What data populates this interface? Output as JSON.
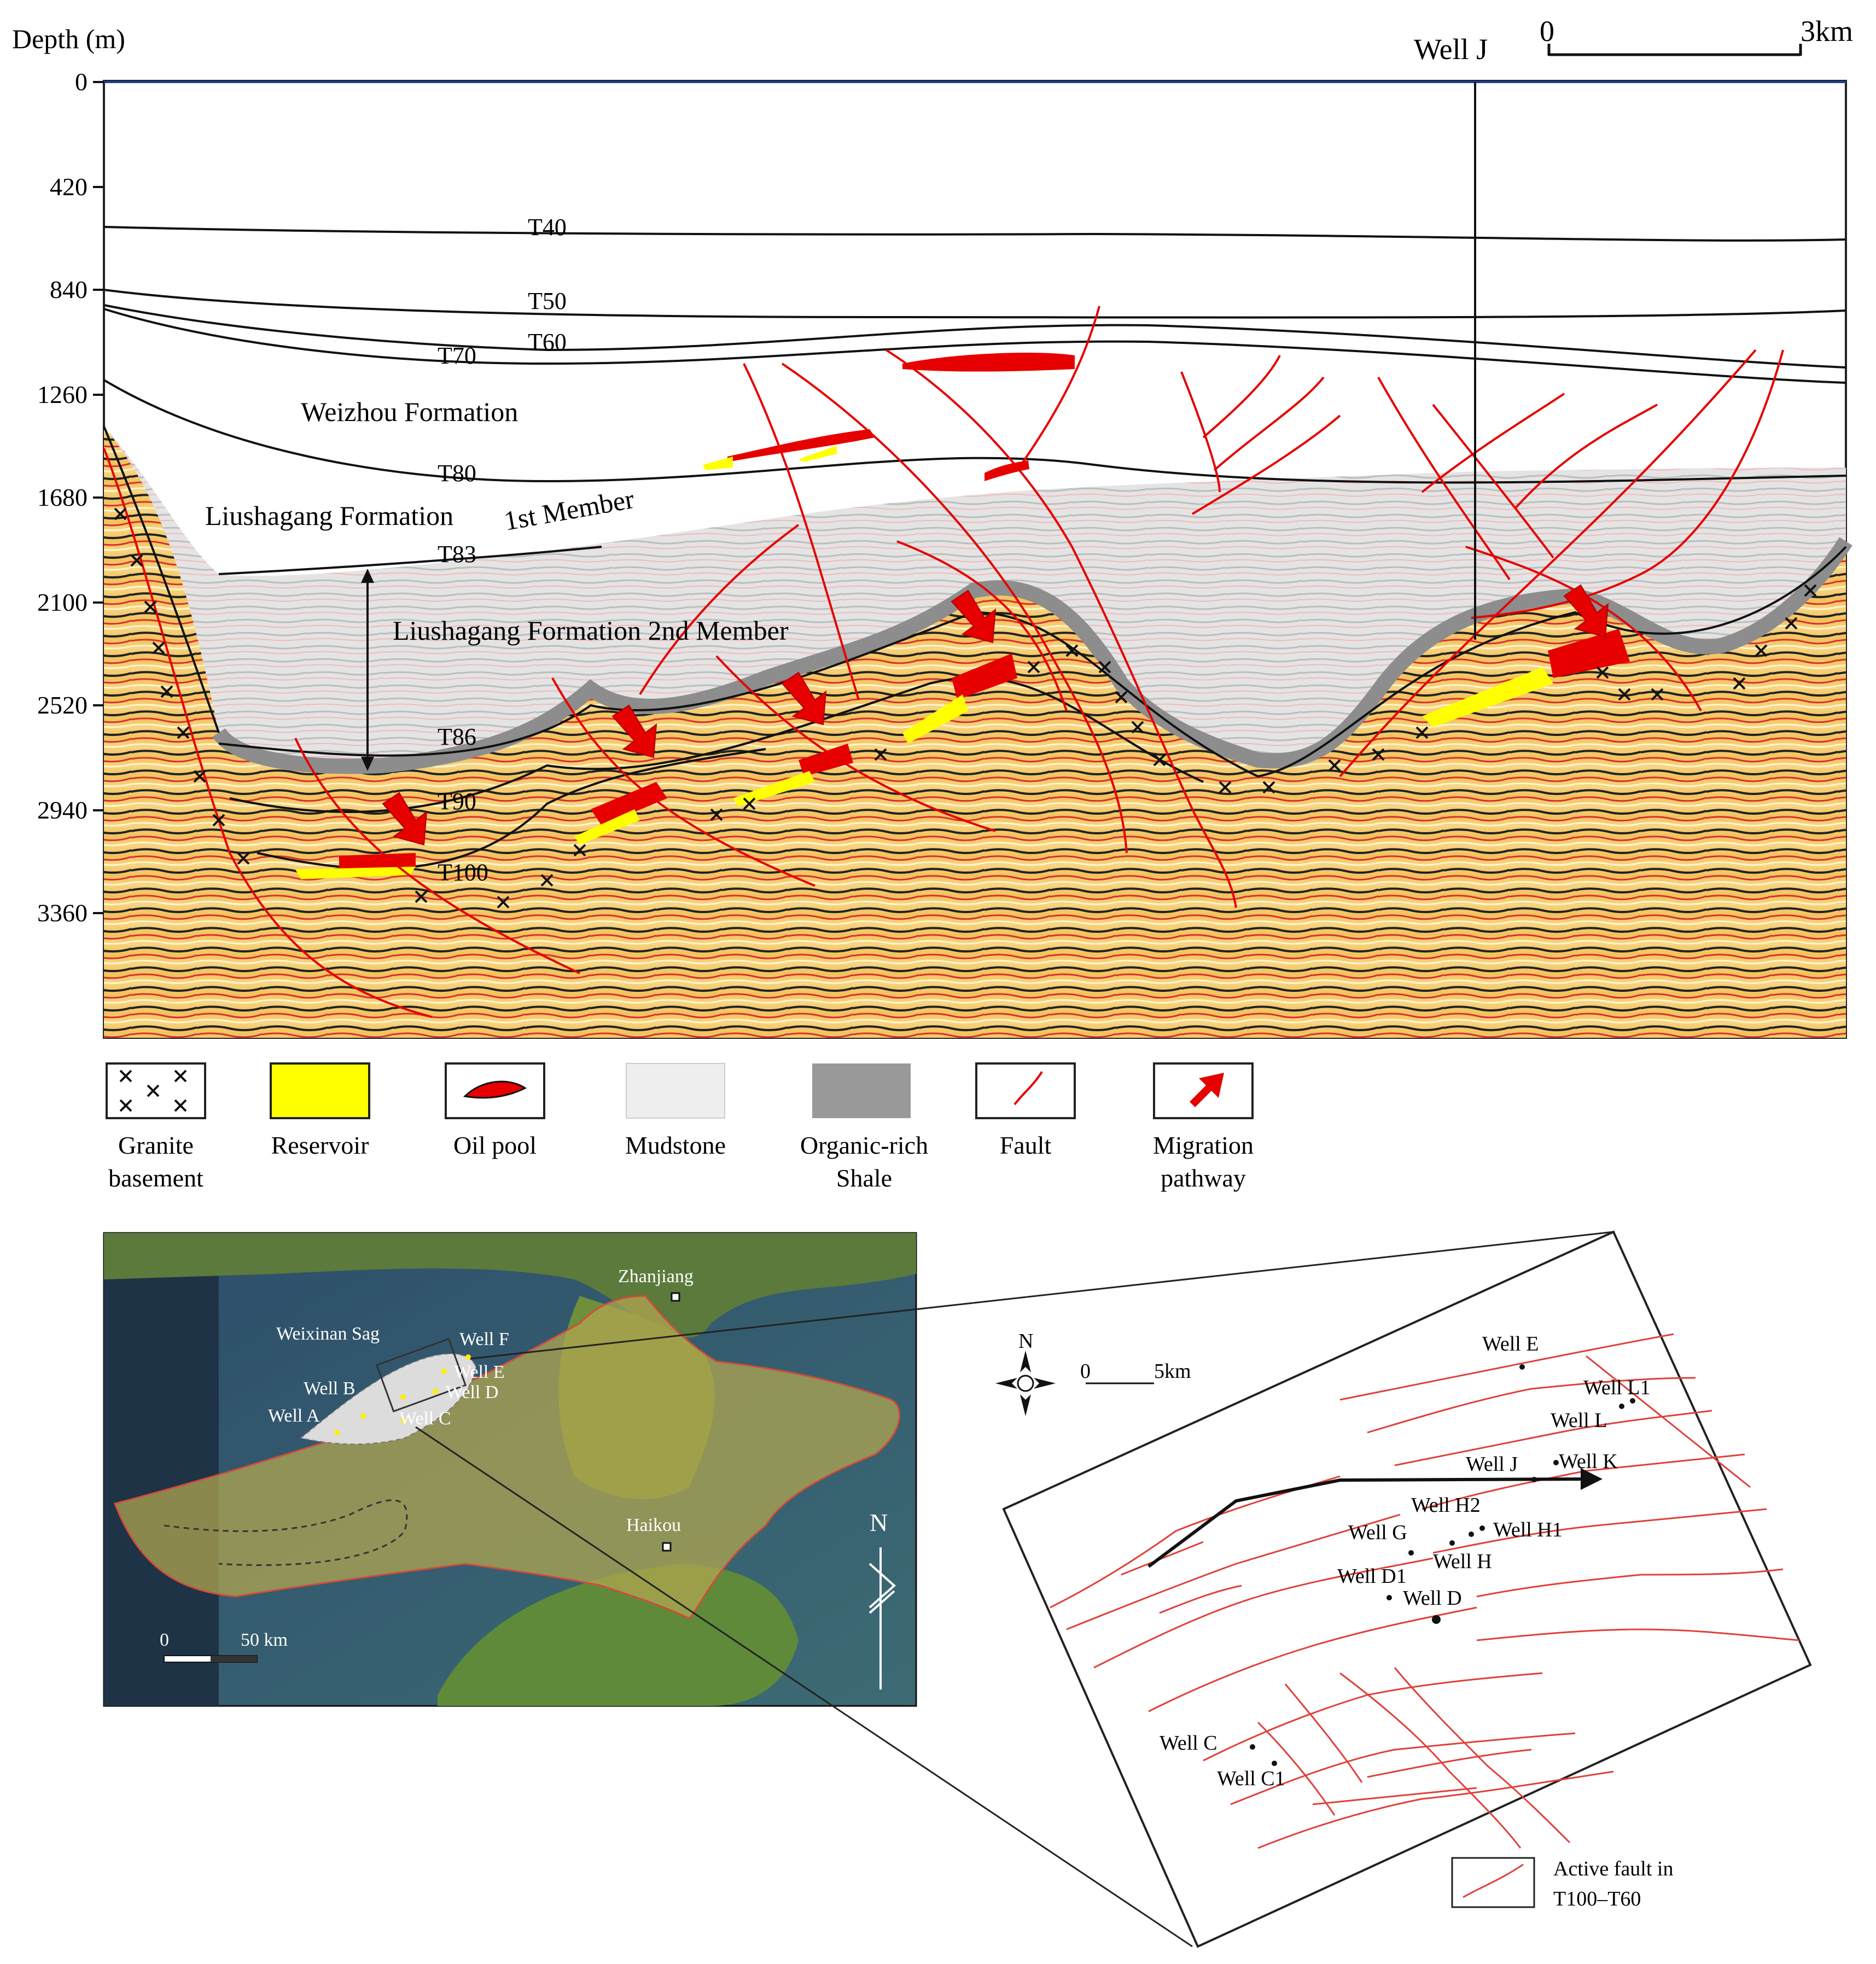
{
  "section": {
    "depth_title": "Depth (m)",
    "depth_ticks": [
      "0",
      "420",
      "840",
      "1260",
      "1680",
      "2100",
      "2520",
      "2940",
      "3360"
    ],
    "well_label": "Well J",
    "scale_start": "0",
    "scale_end": "3km",
    "horizons": [
      "T40",
      "T50",
      "T60",
      "T70",
      "T80",
      "T83",
      "T86",
      "T90",
      "T100"
    ],
    "formations": {
      "weizhou": "Weizhou Formation",
      "liushagang1": "Liushagang Formation",
      "member1": "1st Member",
      "liushagang2": "Liushagang Formation 2nd Member"
    }
  },
  "legend": [
    {
      "label1": "Granite",
      "label2": "basement",
      "icon": "granite-x-icon"
    },
    {
      "label1": "Reservoir",
      "label2": "",
      "icon": "reservoir-swatch",
      "color": "#ffff00"
    },
    {
      "label1": "Oil pool",
      "label2": "",
      "icon": "oil-pool-lens-icon",
      "color": "#e60000"
    },
    {
      "label1": "Mudstone",
      "label2": "",
      "icon": "mudstone-swatch",
      "color": "#eeeeee"
    },
    {
      "label1": "Organic-rich",
      "label2": "Shale",
      "icon": "shale-swatch",
      "color": "#999999"
    },
    {
      "label1": "Fault",
      "label2": "",
      "icon": "fault-line-icon",
      "color": "#e60000"
    },
    {
      "label1": "Migration",
      "label2": "pathway",
      "icon": "migration-arrow-icon",
      "color": "#e60000"
    }
  ],
  "regional_map": {
    "zhanjiang": "Zhanjiang",
    "haikou": "Haikou",
    "sag": "Weixinan Sag",
    "wells": [
      "Well F",
      "Well E",
      "Well D",
      "Well B",
      "Well A",
      "Well C"
    ],
    "scale_0": "0",
    "scale_50": "50 km",
    "north": "N"
  },
  "detail_map": {
    "north": "N",
    "scale_0": "0",
    "scale_5": "5km",
    "wells": [
      "Well E",
      "Well L1",
      "Well L",
      "Well J",
      "Well K",
      "Well H2",
      "Well G",
      "Well H1",
      "Well H",
      "Well D1",
      "Well D",
      "Well C",
      "Well C1"
    ],
    "legend_line1": "Active fault in",
    "legend_line2": "T100–T60"
  }
}
